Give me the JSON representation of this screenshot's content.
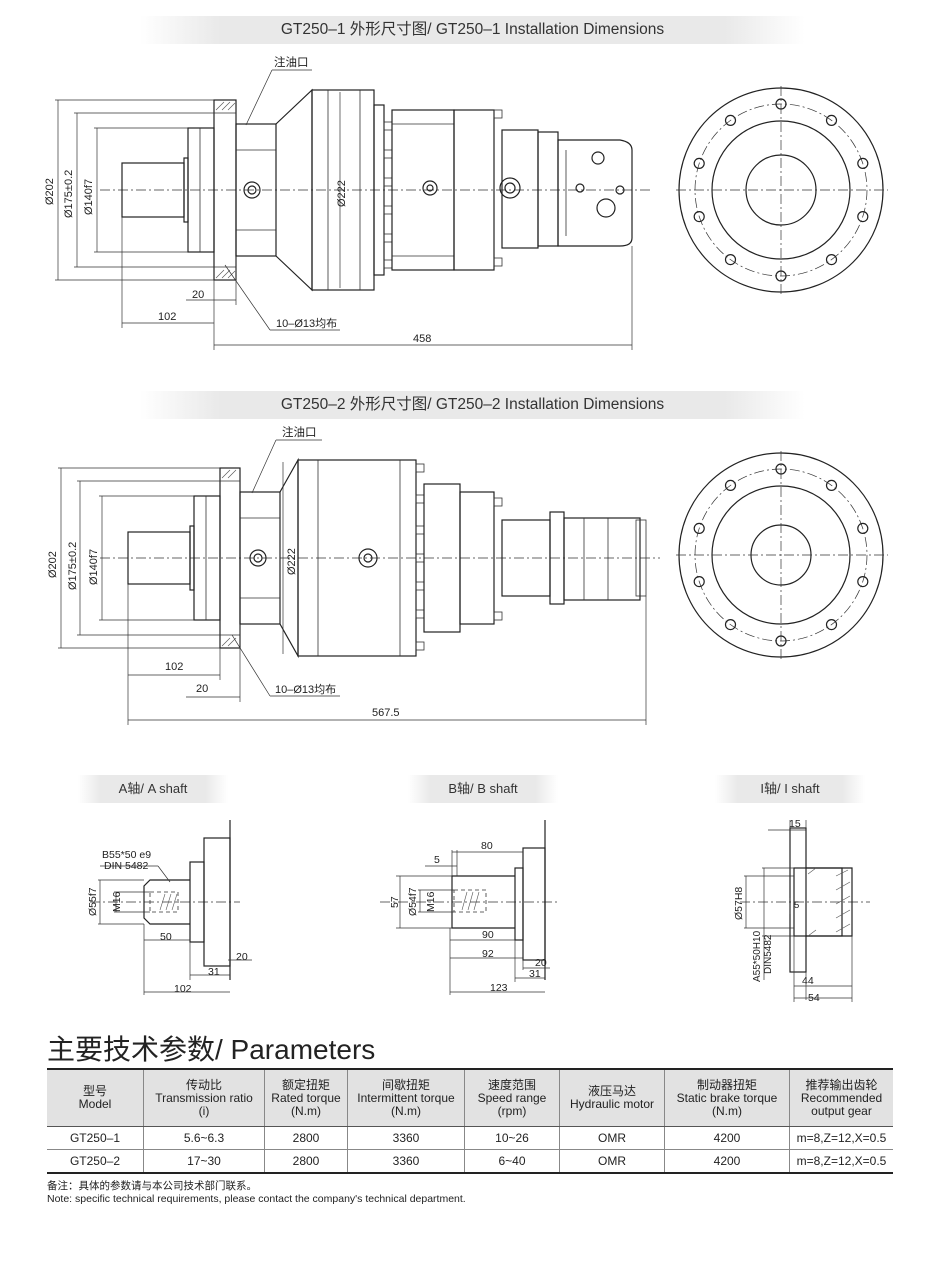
{
  "section1": {
    "title": "GT250–1 外形尺寸图/ GT250–1 Installation Dimensions",
    "oil_port": "注油口",
    "d202": "Ø202",
    "d175": "Ø175±0.2",
    "d140": "Ø140f7",
    "d222": "Ø222",
    "dim20": "20",
    "dim102": "102",
    "holes": "10–Ø13均布",
    "dim458": "458"
  },
  "section2": {
    "title": "GT250–2 外形尺寸图/ GT250–2 Installation Dimensions",
    "oil_port": "注油口",
    "d202": "Ø202",
    "d175": "Ø175±0.2",
    "d140": "Ø140f7",
    "d222": "Ø222",
    "dim102": "102",
    "dim20": "20",
    "holes": "10–Ø13均布",
    "dim567": "567.5"
  },
  "shaft_a": {
    "title": "A轴/ A shaft",
    "spline": "B55*50 e9",
    "din": "DIN 5482",
    "d55": "Ø55f7",
    "m16": "M16",
    "dim50": "50",
    "dim20": "20",
    "dim31": "31",
    "dim102": "102"
  },
  "shaft_b": {
    "title": "B轴/ B shaft",
    "dim80": "80",
    "dim5": "5",
    "dim57": "57",
    "d54": "Ø54f7",
    "m16": "M16",
    "dim90": "90",
    "dim92": "92",
    "dim20": "20",
    "dim31": "31",
    "dim123": "123"
  },
  "shaft_i": {
    "title": "I轴/ I shaft",
    "dim15": "15",
    "d57": "Ø57H8",
    "dim5": "5",
    "spline": "A55*50H10",
    "din": "DIN5482",
    "dim44": "44",
    "dim54": "54"
  },
  "parameters": {
    "title": "主要技术参数/ Parameters",
    "headers": [
      {
        "cn": "型号",
        "en1": "Model",
        "en2": ""
      },
      {
        "cn": "传动比",
        "en1": "Transmission ratio",
        "en2": "(i)"
      },
      {
        "cn": "额定扭矩",
        "en1": "Rated torque",
        "en2": "(N.m)"
      },
      {
        "cn": "间歇扭矩",
        "en1": "Intermittent torque",
        "en2": "(N.m)"
      },
      {
        "cn": "速度范围",
        "en1": "Speed range",
        "en2": "(rpm)"
      },
      {
        "cn": "液压马达",
        "en1": "Hydraulic motor",
        "en2": ""
      },
      {
        "cn": "制动器扭矩",
        "en1": "Static brake torque",
        "en2": "(N.m)"
      },
      {
        "cn": "推荐输出齿轮",
        "en1": "Recommended",
        "en2": "output gear"
      }
    ],
    "rows": [
      [
        "GT250–1",
        "5.6~6.3",
        "2800",
        "3360",
        "10~26",
        "OMR",
        "4200",
        "m=8,Z=12,X=0.5"
      ],
      [
        "GT250–2",
        "17~30",
        "2800",
        "3360",
        "6~40",
        "OMR",
        "4200",
        "m=8,Z=12,X=0.5"
      ]
    ]
  },
  "note": {
    "cn": "备注：具体的参数请与本公司技术部门联系。",
    "en": "Note: specific technical requirements, please contact the company's technical department."
  }
}
